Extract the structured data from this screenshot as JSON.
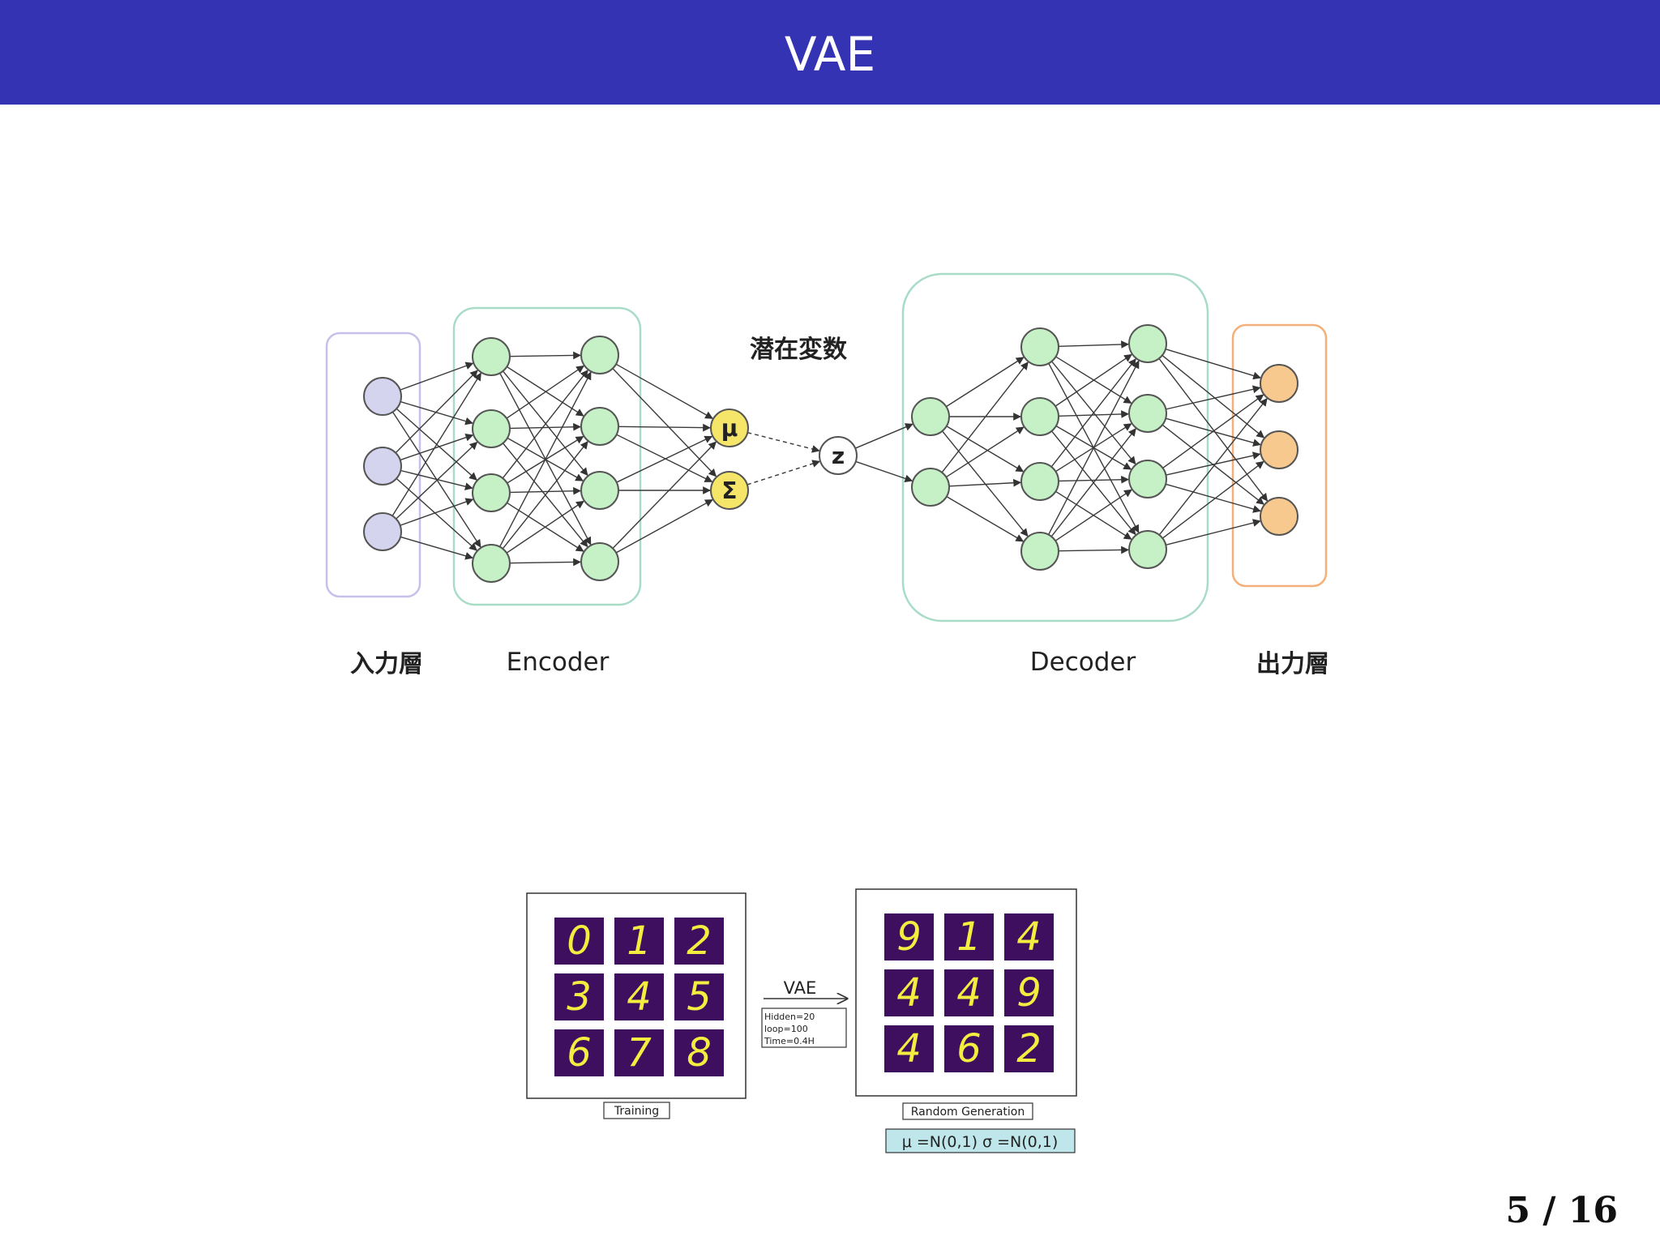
{
  "slide": {
    "title": "VAE",
    "page_number": "5 / 16"
  },
  "network": {
    "latent_label": "潜在変数",
    "input_label": "入力層",
    "encoder_label": "Encoder",
    "decoder_label": "Decoder",
    "output_label": "出力層",
    "mu_symbol": "μ",
    "sigma_symbol": "Σ",
    "z_symbol": "z",
    "colors": {
      "input_node": "#d4d4ee",
      "hidden_node": "#c6f0c6",
      "output_node": "#f8c98e",
      "param_node": "#f5e66a",
      "input_box": "#c7c0ea",
      "encoder_box": "#a9dcc7",
      "output_box": "#f3b07a"
    }
  },
  "figure": {
    "arrow_label": "VAE",
    "params_lines": [
      "Hidden=20",
      "loop=100",
      "Time=0.4H"
    ],
    "training_caption": "Training",
    "generation_caption": "Random Generation",
    "formula": "μ =N(0,1)  σ =N(0,1)",
    "training_digits": [
      "0",
      "1",
      "2",
      "3",
      "4",
      "5",
      "6",
      "7",
      "8"
    ],
    "generated_digits": [
      "9",
      "1",
      "4",
      "4",
      "4",
      "9",
      "4",
      "6",
      "2"
    ],
    "colors": {
      "digit_bg": "#3f0f5f",
      "digit_fg": "#f2ee40",
      "formula_bg": "#bfe6ea"
    }
  }
}
